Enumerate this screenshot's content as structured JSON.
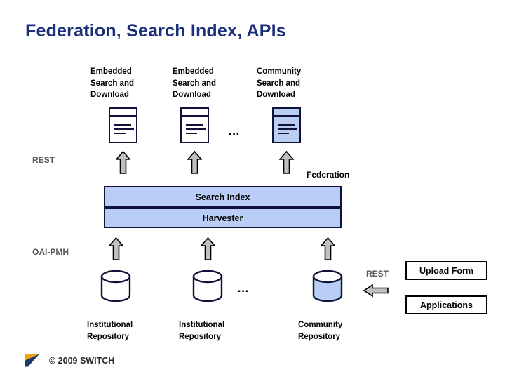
{
  "slide": {
    "title": "Federation, Search Index, APIs",
    "footer": {
      "copyright": "© 2009 SWITCH",
      "logo_name": "switch-logo"
    }
  },
  "colors": {
    "title_blue": "#1b2f7a",
    "box_fill_blue": "#b9cdf7",
    "box_border": "#10123a",
    "arrow_fill": "#c0c0c0",
    "label_gray": "#595959",
    "logo_orange": "#e8a317",
    "logo_navy": "#1b3a6b"
  },
  "top_consumers": [
    {
      "label": "Embedded\nSearch and\nDownload",
      "icon": "document-icon",
      "highlight": false
    },
    {
      "label": "Embedded\nSearch and\nDownload",
      "icon": "document-icon",
      "highlight": false
    },
    {
      "label": "Community\nSearch and\nDownload",
      "icon": "document-icon",
      "highlight": true
    }
  ],
  "top_ellipsis": "…",
  "api_labels": {
    "rest_top": "REST",
    "federation": "Federation",
    "oai_pmh": "OAI-PMH",
    "rest_right": "REST"
  },
  "core_stack": [
    {
      "label": "Search Index"
    },
    {
      "label": "Harvester"
    }
  ],
  "repositories": [
    {
      "label": "Institutional\nRepository",
      "icon": "database-cylinder-icon",
      "highlight": false
    },
    {
      "label": "Institutional\nRepository",
      "icon": "database-cylinder-icon",
      "highlight": false
    },
    {
      "label": "Community\nRepository",
      "icon": "database-cylinder-icon",
      "highlight": true
    }
  ],
  "repo_ellipsis": "…",
  "side_boxes": [
    {
      "label": "Upload Form"
    },
    {
      "label": "Applications"
    }
  ]
}
